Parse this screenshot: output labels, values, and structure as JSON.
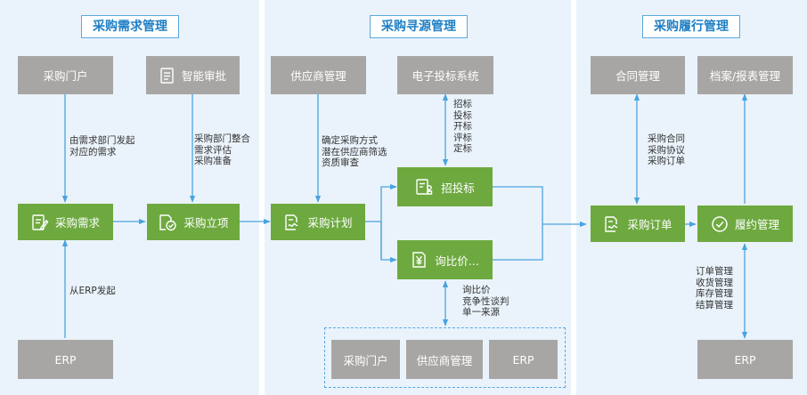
{
  "sections": {
    "demand": "采购需求管理",
    "sourcing": "采购寻源管理",
    "fulfillment": "采购履行管理"
  },
  "boxes": {
    "portal": "采购门户",
    "smart_approval": "智能审批",
    "demand": "采购需求",
    "project": "采购立项",
    "erp_left": "ERP",
    "supplier_mgmt": "供应商管理",
    "e_bidding": "电子投标系统",
    "plan": "采购计划",
    "bidding": "招投标",
    "inquiry": "询比价...",
    "portal_bottom": "采购门户",
    "supplier_bottom": "供应商管理",
    "erp_bottom": "ERP",
    "contract": "合同管理",
    "archive": "档案/报表管理",
    "order": "采购订单",
    "performance": "履约管理",
    "erp_right": "ERP"
  },
  "notes": {
    "from_demand_dept": [
      "由需求部门发起",
      "对应的需求"
    ],
    "dept_integration": [
      "采购部门整合",
      "需求评估",
      "采购准备"
    ],
    "from_erp": [
      "从ERP发起"
    ],
    "plan_method": [
      "确定采购方式",
      "潜在供应商筛选",
      "资质审查"
    ],
    "bidding_steps": [
      "招标",
      "投标",
      "开标",
      "评标",
      "定标"
    ],
    "inquiry_methods": [
      "询比价",
      "竞争性谈判",
      "单一来源"
    ],
    "contracts": [
      "采购合同",
      "采购协议",
      "采购订单"
    ],
    "order_mgmt": [
      "订单管理",
      "收货管理",
      "库存管理",
      "结算管理"
    ]
  },
  "icons": {
    "approval": "checklist-icon",
    "demand": "edit-document-icon",
    "project": "document-check-icon",
    "plan": "document-sign-icon",
    "bidding": "document-stamp-icon",
    "inquiry": "yuan-document-icon",
    "order": "document-sign-icon",
    "performance": "check-circle-icon"
  },
  "colors": {
    "panel_bg": "#eaf3fb",
    "accent_blue": "#4aa3df",
    "green": "#6ea940",
    "gray": "#a8a6a4"
  }
}
